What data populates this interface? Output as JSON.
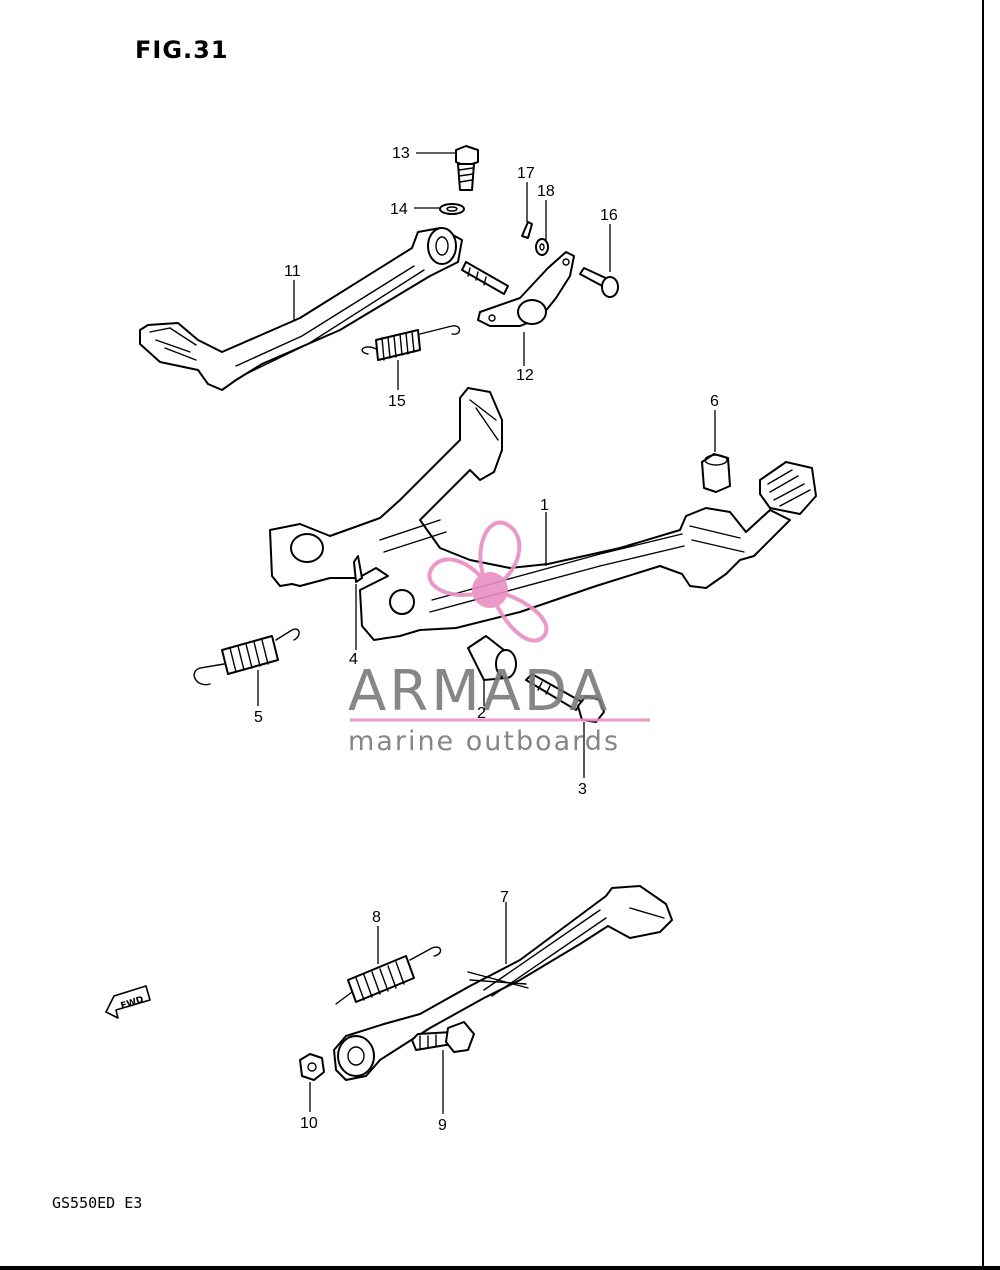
{
  "figure": {
    "title": "FIG.31",
    "model": "GS550ED  E3"
  },
  "callouts": [
    "1",
    "2",
    "3",
    "4",
    "5",
    "6",
    "7",
    "8",
    "9",
    "10",
    "11",
    "12",
    "13",
    "14",
    "15",
    "16",
    "17",
    "18"
  ],
  "fwd_label": "FWD",
  "watermark": {
    "brand": "ARMADA",
    "tagline": "marine outboards",
    "accent_color": "#e88fc4",
    "text_color": "#7a7a7a"
  }
}
